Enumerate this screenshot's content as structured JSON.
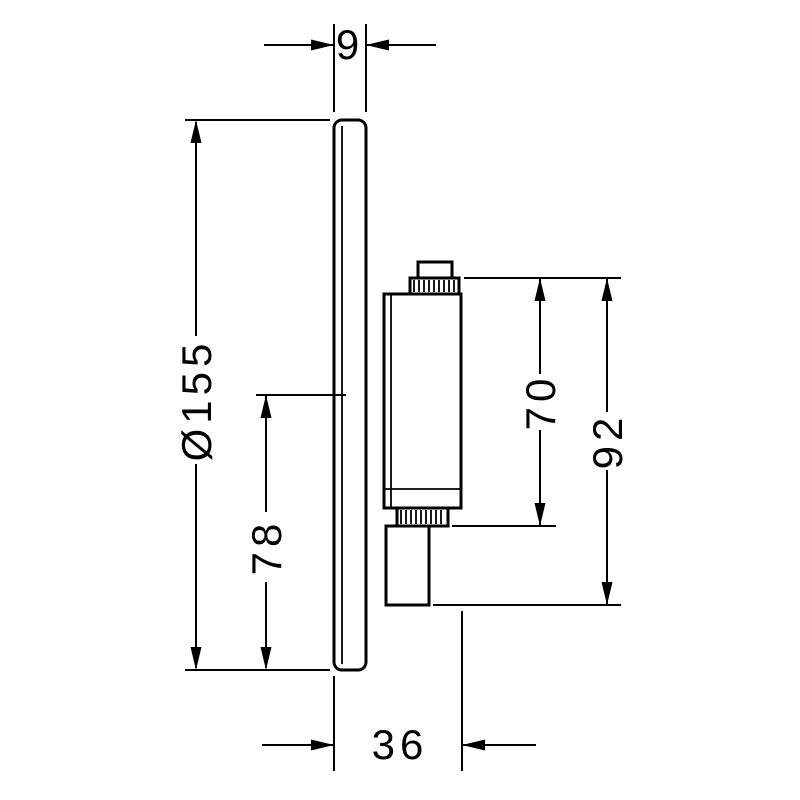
{
  "canvas": {
    "background": "#ffffff",
    "line_color": "#000000"
  },
  "drawing": {
    "kind": "dimensioned-technical-side-view",
    "view": "profile of concealed wall plate with valve body",
    "labels": {
      "plate_thickness": "9",
      "plate_diameter": "Ø155",
      "plate_center_to_edge": "78",
      "body_depth_to_step": "70",
      "body_depth_total": "92",
      "installation_depth": "36"
    }
  }
}
